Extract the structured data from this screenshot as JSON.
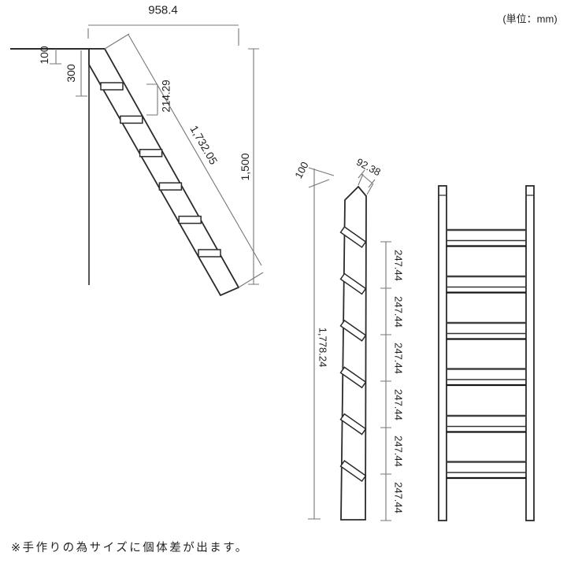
{
  "meta": {
    "unit_note": "(単位：mm)",
    "footnote": "※手作りの為サイズに個体差が出ます。"
  },
  "side_view": {
    "top_width": "958.4",
    "notch_depth": "100",
    "wall_offset": "300",
    "step_pitch": "214.29",
    "ladder_length": "1,732.05",
    "height": "1,500"
  },
  "rail_view": {
    "top_cut": "100",
    "top_edge": "92.38",
    "total_length": "1,778.24",
    "step_spacings": [
      "247.44",
      "247.44",
      "247.44",
      "247.44",
      "247.44",
      "247.44"
    ]
  },
  "colors": {
    "structure_line": "#2b2b2b",
    "dimension_line": "#777777",
    "background": "#ffffff"
  }
}
